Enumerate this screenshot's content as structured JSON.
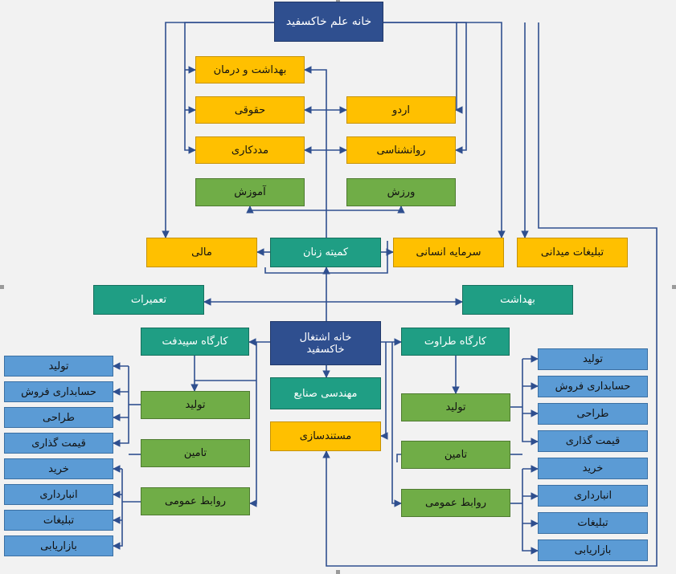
{
  "nodes": {
    "root": "خانه علم خاکسفید",
    "health_treatment": "بهداشت و درمان",
    "legal": "حقوقی",
    "camp": "اردو",
    "social_work": "مددکاری",
    "psychology": "روانشناسی",
    "education": "آموزش",
    "sport": "ورزش",
    "finance": "مالی",
    "women_committee": "کمیته زنان",
    "human_capital": "سرمایه انسانی",
    "field_ads": "تبلیغات میدانی",
    "repairs": "تعمیرات",
    "hygiene": "بهداشت",
    "employment_house": "خانه اشتغال خاکسفید",
    "sewing_workshop": "کارگاه سپیدفت",
    "taravat_workshop": "کارگاه طراوت",
    "industrial_eng": "مهندسی صنایع",
    "documentation": "مستندسازی",
    "left_production": "تولید",
    "left_supply": "تامین",
    "left_pr": "روابط عمومی",
    "right_production": "تولید",
    "right_supply": "تامین",
    "right_pr": "روابط عمومی"
  },
  "left_list": [
    "تولید",
    "حسابداری فروش",
    "طراحی",
    "قیمت گذاری",
    "خرید",
    "انبارداری",
    "تبلیغات",
    "بازاریابی"
  ],
  "right_list": [
    "تولید",
    "حسابداری فروش",
    "طراحی",
    "قیمت گذاری",
    "خرید",
    "انبارداری",
    "تبلیغات",
    "بازاریابی"
  ],
  "colors": {
    "navy": "#2f4f8f",
    "yellow": "#ffc000",
    "teal": "#1f9e84",
    "green": "#70ad47",
    "blue": "#5b9bd5",
    "line": "#2f4f8f"
  }
}
